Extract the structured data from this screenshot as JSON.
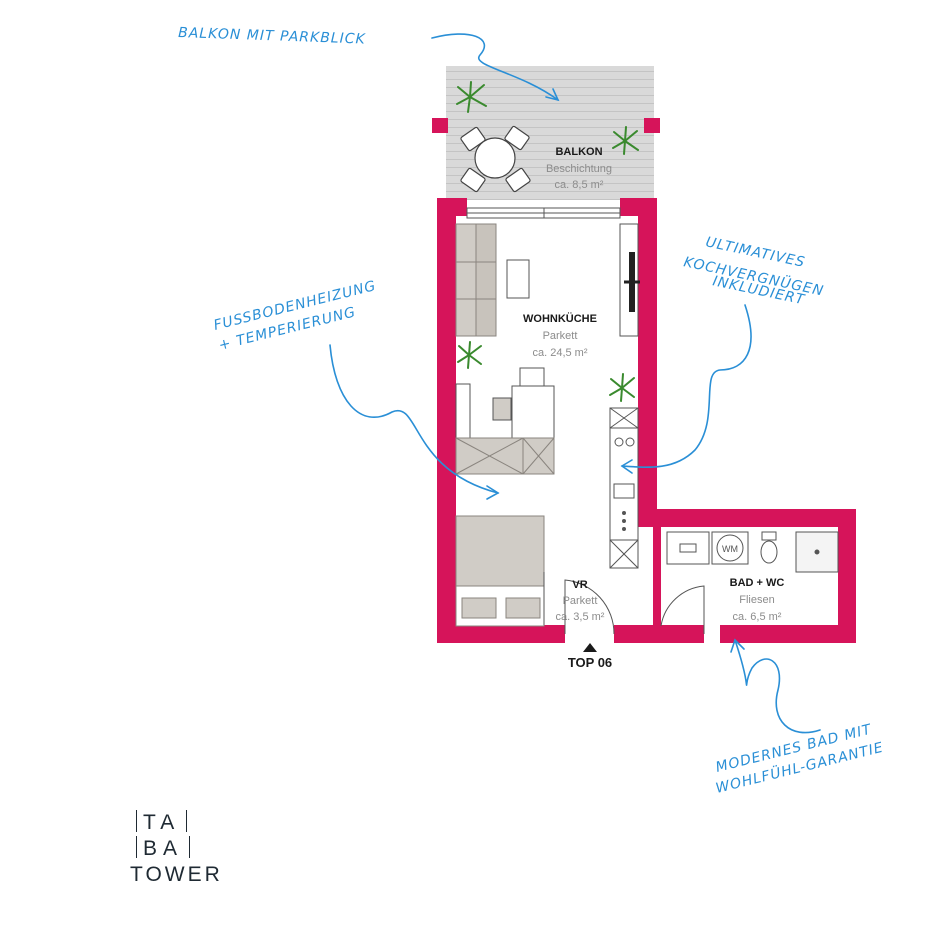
{
  "rooms": {
    "balkon": {
      "name": "BALKON",
      "material": "Beschichtung",
      "area": "ca. 8,5 m²"
    },
    "wohnkueche": {
      "name": "WOHNKÜCHE",
      "material": "Parkett",
      "area": "ca. 24,5 m²"
    },
    "vr": {
      "name": "VR",
      "material": "Parkett",
      "area": "ca. 3,5 m²"
    },
    "bad": {
      "name": "BAD + WC",
      "material": "Fliesen",
      "area": "ca. 6,5 m²"
    }
  },
  "appliance_label": "WM",
  "entrance_label": "TOP 06",
  "annotations": {
    "balcony": "BALKON MIT PARKBLICK",
    "heating_line1": "FUSSBODENHEIZUNG",
    "heating_line2": "+ TEMPERIERUNG",
    "kitchen_line1": "ULTIMATIVES",
    "kitchen_line2": "KOCHVERGNÜGEN",
    "kitchen_line3": "INKLUDIERT",
    "bath_line1": "MODERNES BAD MIT",
    "bath_line2": "WOHLFÜHL-GARANTIE"
  },
  "logo": {
    "row1": [
      "TA",
      "BA"
    ],
    "row3": "TOWER"
  },
  "colors": {
    "wall": "#d6145a",
    "annotation": "#2a8fd6",
    "furniture": "#d0ccc6",
    "balcony_floor": "#d9d9d9"
  }
}
